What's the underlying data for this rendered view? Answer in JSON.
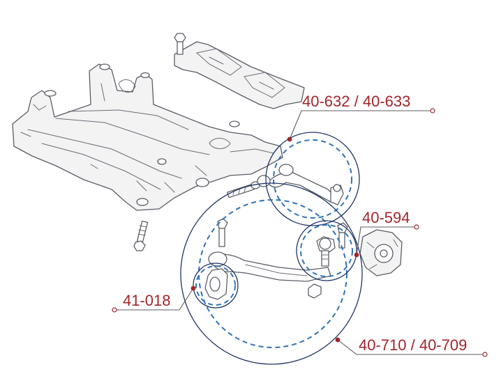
{
  "diagram": {
    "colors": {
      "label": "#a0262a",
      "outer_ring": "#1f3566",
      "dashed_ring": "#2f73b8",
      "part_outline": "#5a5d66",
      "leader": "#5b5b60"
    },
    "callouts": [
      {
        "id": "upper-arm",
        "text": "40-632 / 40-633"
      },
      {
        "id": "ball-joint",
        "text": "40-594"
      },
      {
        "id": "bushing",
        "text": "41-018"
      },
      {
        "id": "lower-arm",
        "text": "40-710 / 40-709"
      }
    ]
  }
}
